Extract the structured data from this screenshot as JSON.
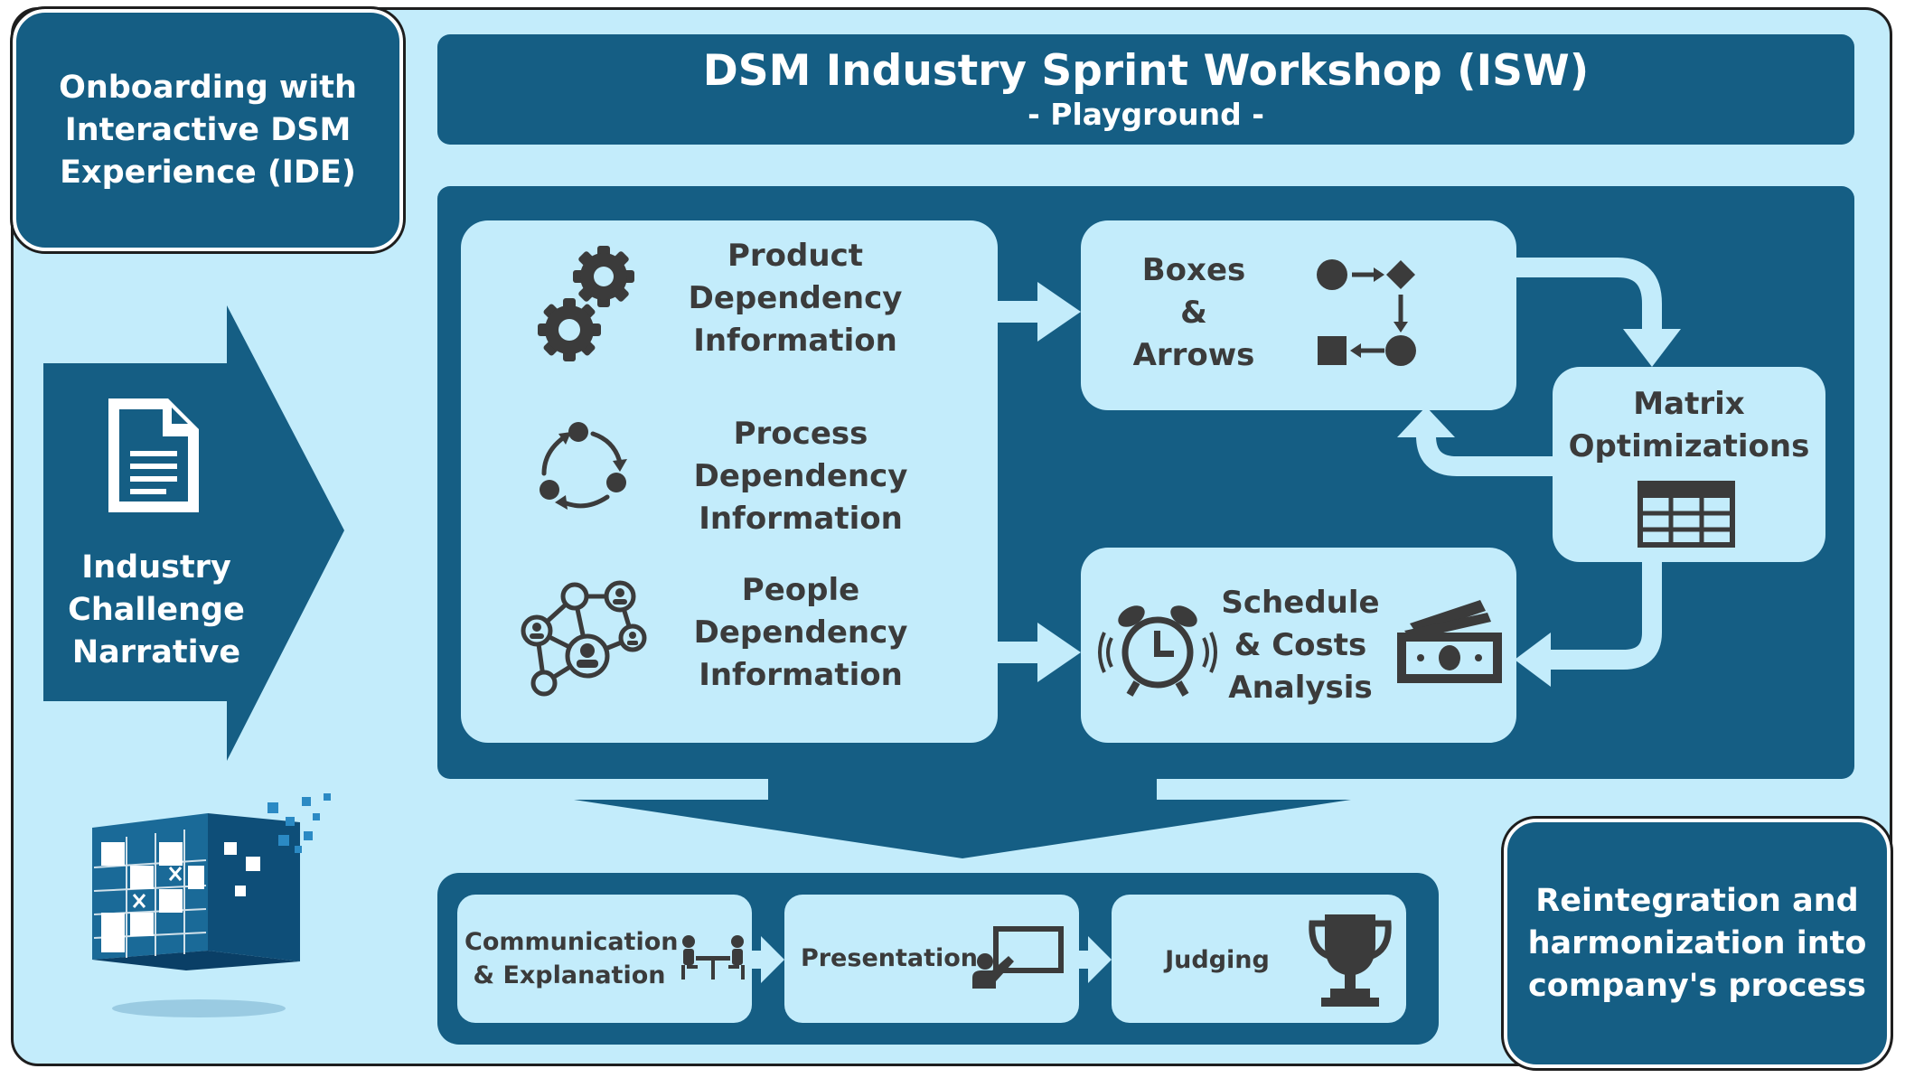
{
  "colors": {
    "dark_blue": "#155e84",
    "light_blue": "#c3ecfb",
    "icon_gray": "#3b3b3b"
  },
  "onboarding": {
    "lines": [
      "Onboarding with",
      "Interactive DSM",
      "Experience (IDE)"
    ]
  },
  "header": {
    "title": "DSM Industry Sprint Workshop (ISW)",
    "subtitle": "- Playground -"
  },
  "narrative": {
    "lines": [
      "Industry",
      "Challenge",
      "Narrative"
    ],
    "icon": "document-icon"
  },
  "inputs": [
    {
      "lines": [
        "Product",
        "Dependency",
        "Information"
      ],
      "icon": "gears-icon"
    },
    {
      "lines": [
        "Process",
        "Dependency",
        "Information"
      ],
      "icon": "cycle-icon"
    },
    {
      "lines": [
        "People",
        "Dependency",
        "Information"
      ],
      "icon": "network-people-icon"
    }
  ],
  "boxes_arrows": {
    "lines": [
      "Boxes",
      "&",
      "Arrows"
    ],
    "icon": "shapes-arrows-icon"
  },
  "matrix": {
    "lines": [
      "Matrix",
      "Optimizations"
    ],
    "icon": "grid-table-icon"
  },
  "schedule": {
    "lines": [
      "Schedule",
      "& Costs",
      "Analysis"
    ],
    "icons": [
      "alarm-clock-icon",
      "money-icon"
    ]
  },
  "steps": [
    {
      "lines": [
        "Communication",
        "& Explanation"
      ],
      "icon": "meeting-icon"
    },
    {
      "lines": [
        "Presentation"
      ],
      "icon": "presenter-icon"
    },
    {
      "lines": [
        "Judging"
      ],
      "icon": "trophy-icon"
    }
  ],
  "reintegration": {
    "lines": [
      "Reintegration and",
      "harmonization into",
      "company's process"
    ]
  },
  "logo": {
    "icon": "dsm-cube-logo"
  }
}
